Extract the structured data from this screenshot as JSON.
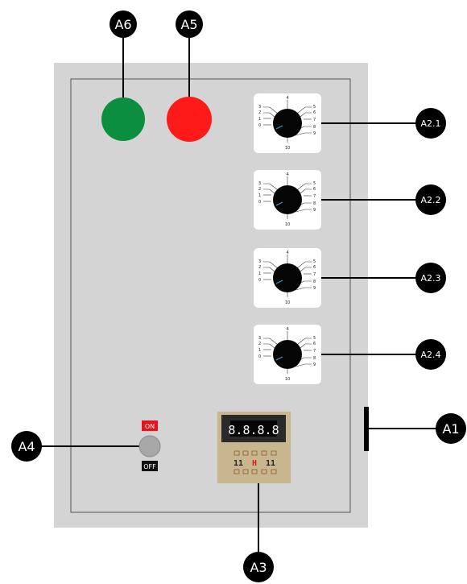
{
  "callouts": {
    "a1": "A1",
    "a2_1": "A2.1",
    "a2_2": "A2.2",
    "a2_3": "A2.3",
    "a2_4": "A2.4",
    "a3": "A3",
    "a4": "A4",
    "a5": "A5",
    "a6": "A6"
  },
  "toggle_switch": {
    "on_label": "ON",
    "off_label": "OFF"
  },
  "timer": {
    "display_digits": "8.8.8.8",
    "switch_row_1": "11",
    "switch_row_2": "H",
    "switch_row_3": "11"
  },
  "knob_scale": {
    "top": "4",
    "bottom": "10",
    "left": [
      "3",
      "2",
      "1",
      "0"
    ],
    "right": [
      "5",
      "6",
      "7",
      "8",
      "9"
    ]
  },
  "colors": {
    "panel": "#d4d4d4",
    "green_light": "#0b8f3f",
    "red_light": "#ff1a1a",
    "callout_fill": "#000000",
    "timer_body": "#c8b78e"
  }
}
